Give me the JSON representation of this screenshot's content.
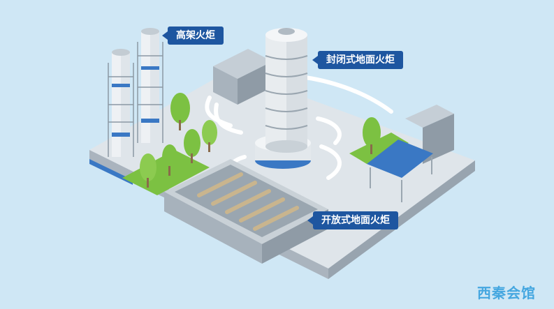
{
  "callouts": {
    "elevated_flare": "高架火炬",
    "enclosed_ground_flare": "封闭式地面火炬",
    "open_ground_flare": "开放式地面火炬"
  },
  "brand": "西秦会馆",
  "colors": {
    "background": "#cfe7f5",
    "callout_bg": "#1e56a0",
    "accent_blue": "#3a78c4",
    "tree_green": "#7cc142"
  }
}
